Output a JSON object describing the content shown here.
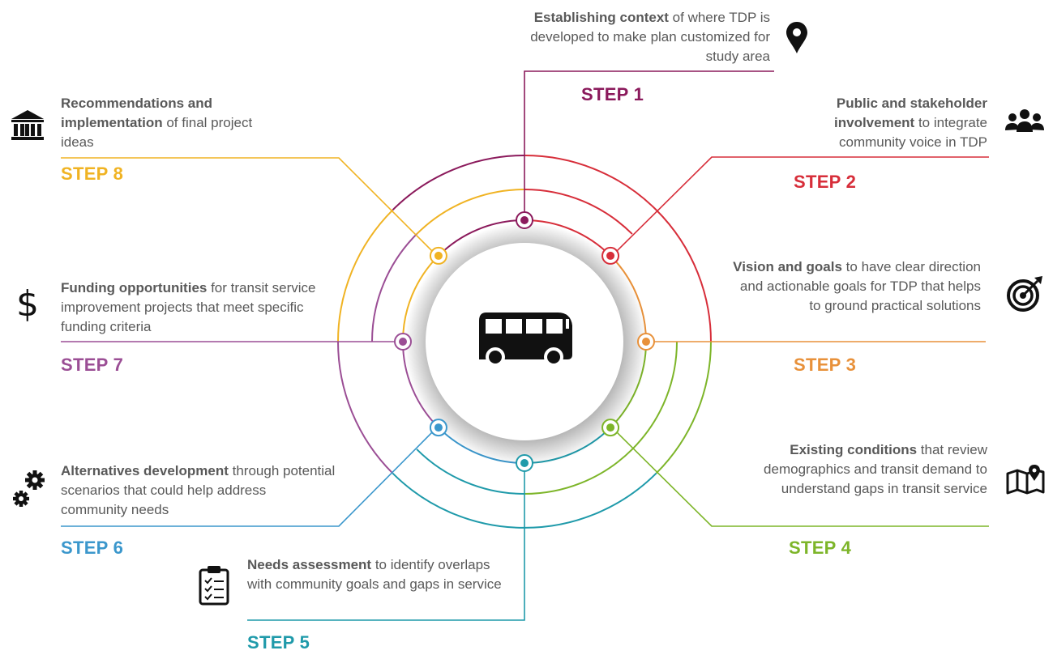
{
  "steps": [
    {
      "label": "STEP 1",
      "bold": "Establishing context",
      "rest": " of where TDP is developed to make plan customized for study area",
      "color": "#8B1A5C",
      "icon": "map-pin-icon"
    },
    {
      "label": "STEP 2",
      "bold": "Public and stakeholder involvement",
      "rest": " to integrate community voice in TDP",
      "color": "#D72E3A",
      "icon": "people-group-icon"
    },
    {
      "label": "STEP 3",
      "bold": "Vision and goals",
      "rest": " to have clear direction and actionable goals for TDP that helps to ground practical solutions",
      "color": "#E8913A",
      "icon": "target-icon"
    },
    {
      "label": "STEP 4",
      "bold": "Existing conditions",
      "rest": " that review demographics and transit demand to understand gaps in transit service",
      "color": "#7DB529",
      "icon": "map-location-icon"
    },
    {
      "label": "STEP 5",
      "bold": "Needs assessment",
      "rest": " to identify overlaps with community goals and gaps in service",
      "color": "#1F9AAA",
      "icon": "clipboard-checklist-icon"
    },
    {
      "label": "STEP 6",
      "bold": "Alternatives development",
      "rest": " through potential scenarios that could help address community needs",
      "color": "#3B97CC",
      "icon": "gears-icon"
    },
    {
      "label": "STEP 7",
      "bold": "Funding opportunities",
      "rest": " for transit service improvement projects that meet specific funding criteria",
      "color": "#9B4E95",
      "icon": "dollar-icon"
    },
    {
      "label": "STEP 8",
      "bold": "Recommendations and implementation",
      "rest": " of final project ideas",
      "color": "#F0B323",
      "icon": "institution-building-icon"
    }
  ],
  "center_icon": "bus-icon"
}
